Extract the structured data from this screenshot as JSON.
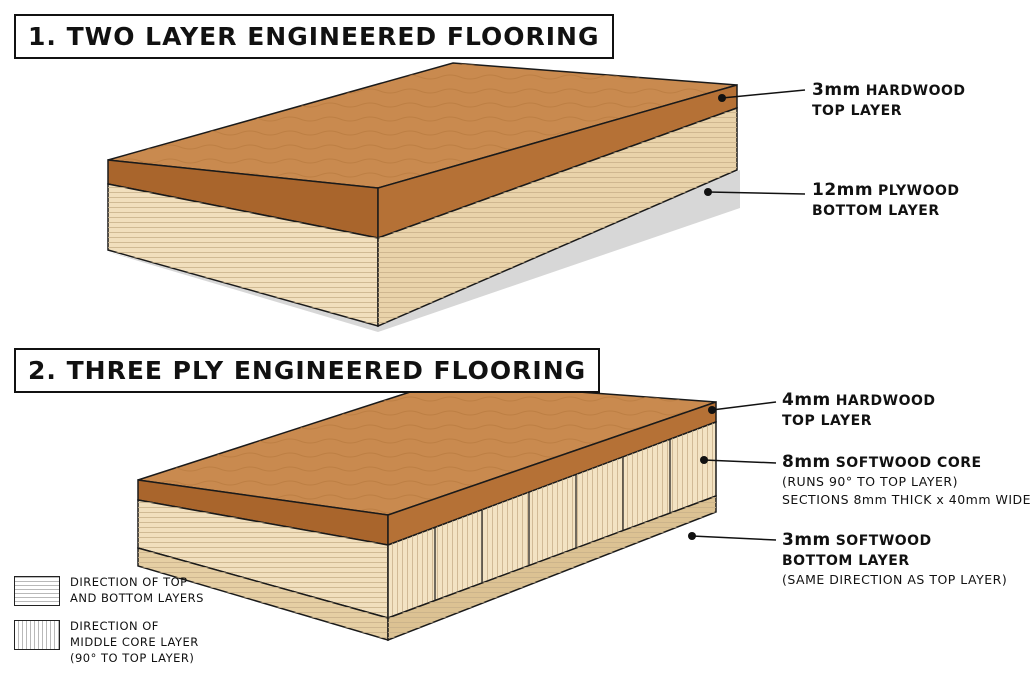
{
  "titles": {
    "two_layer": "1. TWO LAYER ENGINEERED FLOORING",
    "three_ply": "2. THREE PLY ENGINEERED FLOORING"
  },
  "two_layer": {
    "top": {
      "num": "3mm",
      "name": "HARDWOOD",
      "line2": "TOP LAYER"
    },
    "bottom": {
      "num": "12mm",
      "name": "PLYWOOD",
      "line2": "BOTTOM LAYER"
    }
  },
  "three_ply": {
    "top": {
      "num": "4mm",
      "name": "HARDWOOD",
      "line2": "TOP LAYER"
    },
    "core": {
      "num": "8mm",
      "name": "SOFTWOOD CORE",
      "line2": "(RUNS 90° TO TOP LAYER)",
      "line3": "SECTIONS 8mm THICK x 40mm WIDE"
    },
    "bottom": {
      "num": "3mm",
      "name": "SOFTWOOD",
      "line2": "BOTTOM LAYER",
      "line3": "(SAME DIRECTION AS TOP LAYER)"
    }
  },
  "legend": {
    "horizontal": {
      "line1": "DIRECTION OF TOP",
      "line2": "AND BOTTOM LAYERS"
    },
    "vertical": {
      "line1": "DIRECTION OF",
      "line2": "MIDDLE CORE LAYER",
      "line3": "(90° TO TOP LAYER)"
    }
  },
  "colors": {
    "oak_top": "#c98a4f",
    "oak_edge": "#a9652c",
    "ply_light": "#f1dfbd",
    "ply_shade": "#e6cfa4",
    "outline": "#1a1a1a"
  }
}
